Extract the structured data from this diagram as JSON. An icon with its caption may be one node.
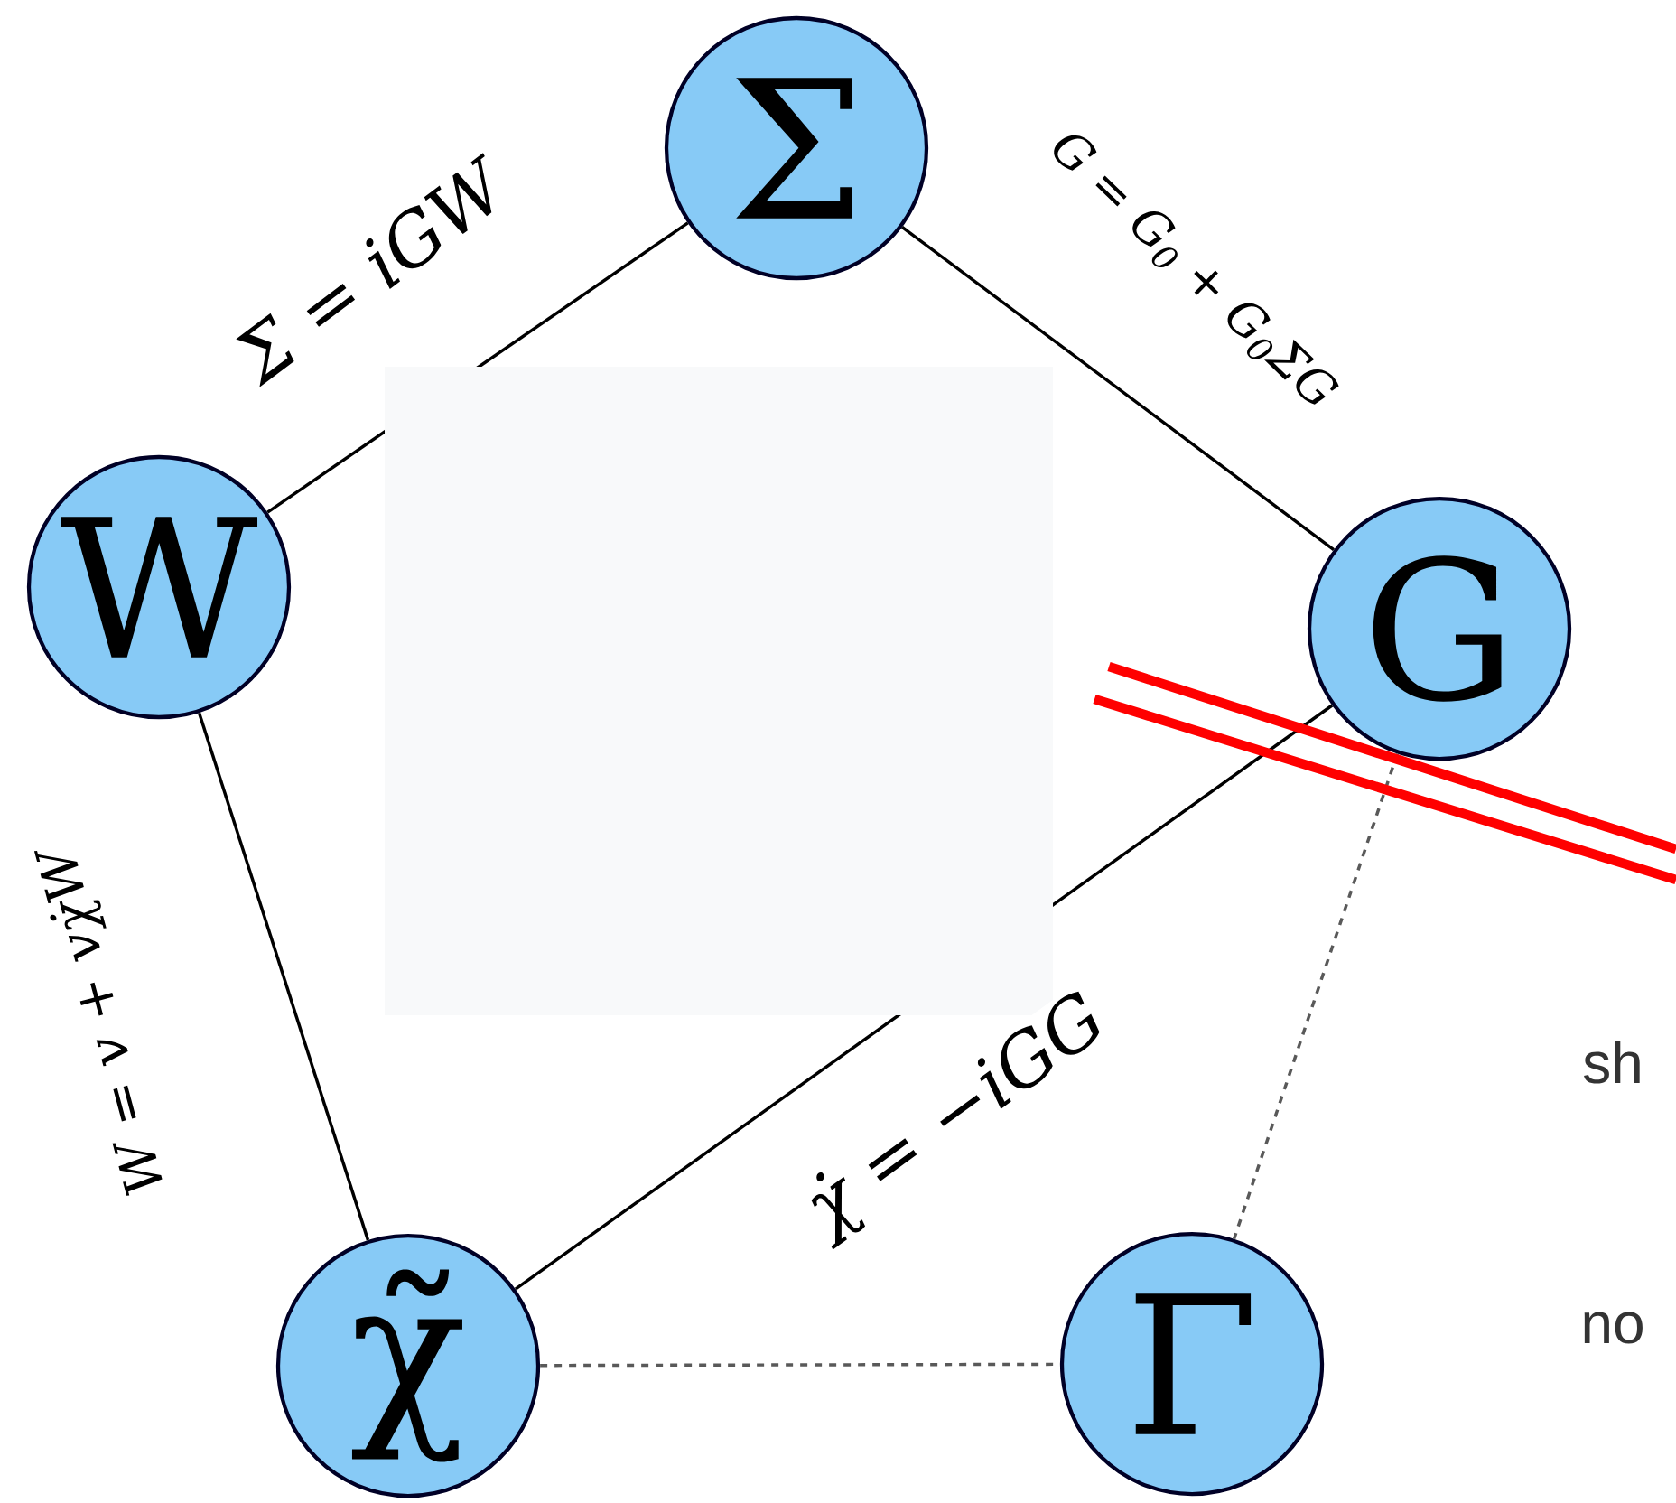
{
  "diagram": {
    "nodes": [
      {
        "text": [
          "Σ"
        ]
      },
      {
        "text": [
          "W"
        ]
      },
      {
        "text": [
          "G"
        ]
      },
      {
        "text": [
          "χ̃"
        ]
      },
      {
        "text": [
          "Γ"
        ]
      }
    ],
    "edges": [
      {
        "from": 1,
        "to": 0,
        "arrow": "none",
        "label": "Σ = iGW"
      },
      {
        "from": 0,
        "to": 2,
        "arrow": "none",
        "label": "G = G$_{0}$ + G$_{0}$ΣG"
      },
      {
        "from": 2,
        "to": 3,
        "arrow": "none",
        "label": "χ̇ = −iGG"
      },
      {
        "from": 3,
        "to": 1,
        "arrow": "none",
        "label": "W = v + vχ̇W"
      },
      {
        "from": 2,
        "to": 4,
        "arrow": "none",
        "style": "dashed"
      },
      {
        "from": 3,
        "to": 4,
        "arrow": "none",
        "style": "dashed"
      }
    ],
    "labels": [
      "sh",
      "no"
    ]
  }
}
